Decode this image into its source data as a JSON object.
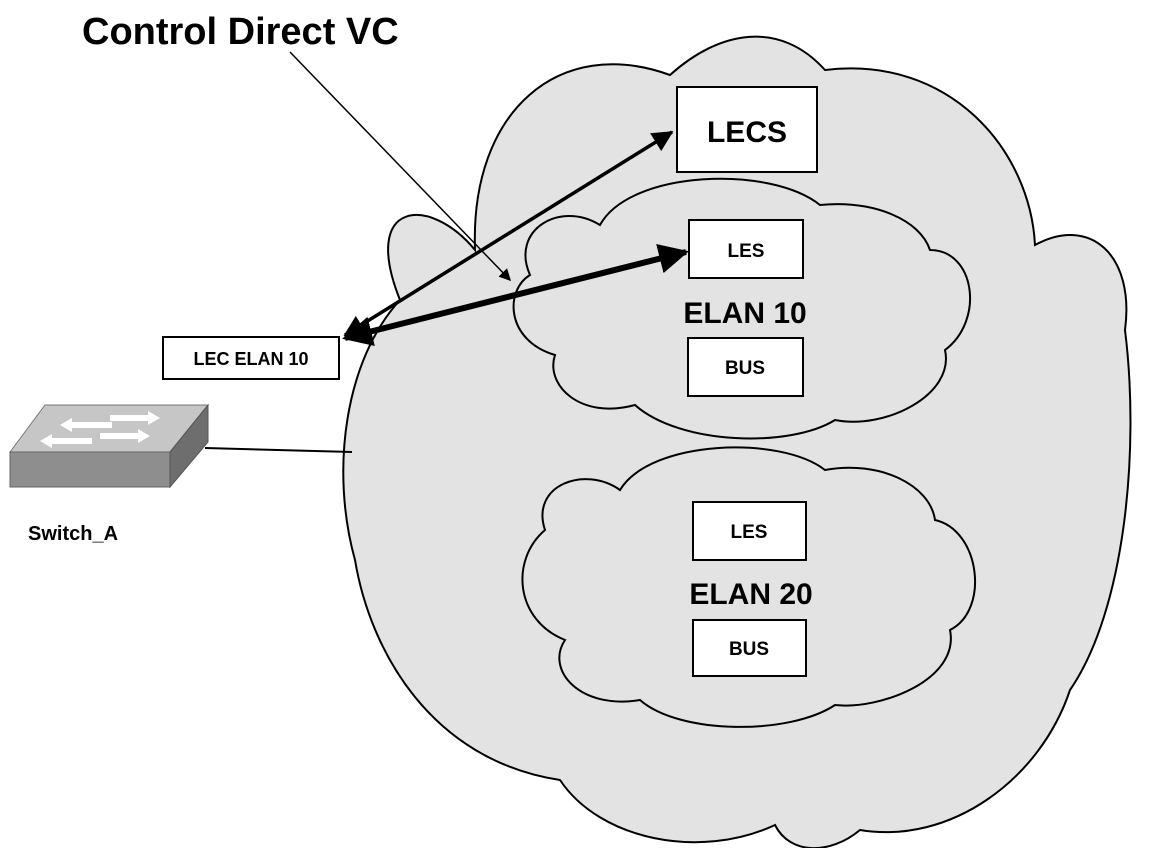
{
  "title": "Control Direct VC",
  "lec": {
    "label": "LEC ELAN 10"
  },
  "switch": {
    "label": "Switch_A",
    "icon": "network-switch-icon"
  },
  "lecs": {
    "label": "LECS"
  },
  "elan10": {
    "name": "ELAN 10",
    "les_label": "LES",
    "bus_label": "BUS"
  },
  "elan20": {
    "name": "ELAN 20",
    "les_label": "LES",
    "bus_label": "BUS"
  },
  "colors": {
    "cloud_fill": "#e3e3e3",
    "stroke": "#000000",
    "box_fill": "#ffffff",
    "switch_top": "#c6c6c6",
    "switch_front": "#8e8e8e",
    "switch_side": "#6e6e6e"
  }
}
